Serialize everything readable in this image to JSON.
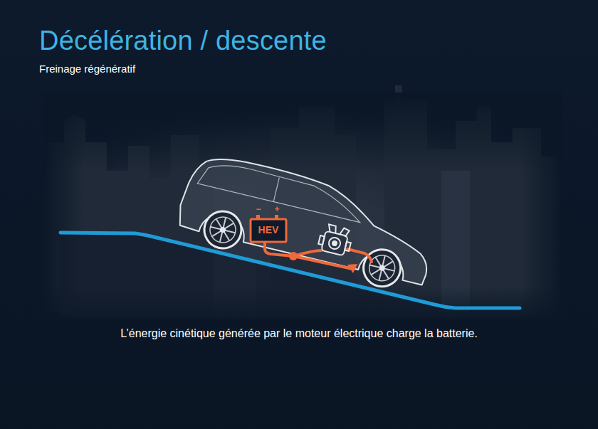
{
  "diagram": {
    "title": "Décélération / descente",
    "caption": "L’énergie cinétique générée par le moteur électrique charge la batterie.",
    "labels": [
      "Freinage régénératif",
      "−",
      "+",
      "HEV"
    ]
  }
}
